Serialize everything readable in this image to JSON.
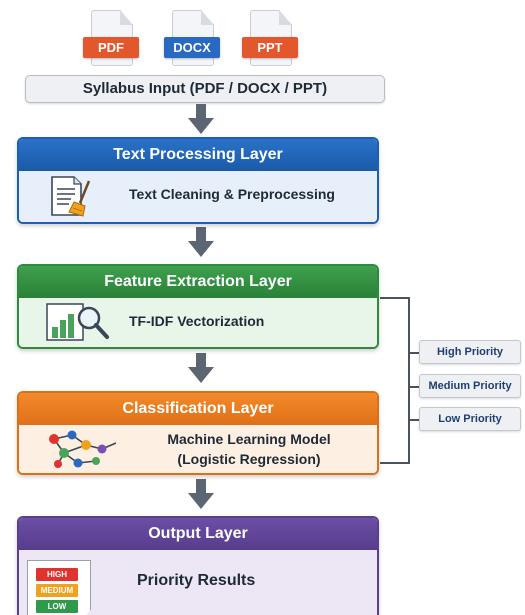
{
  "files": [
    {
      "label": "PDF",
      "color": "#e2572b"
    },
    {
      "label": "DOCX",
      "color": "#2a69c1"
    },
    {
      "label": "PPT",
      "color": "#e2572b"
    }
  ],
  "input": {
    "label": "Syllabus Input (PDF / DOCX / PPT)"
  },
  "layers": {
    "text_processing": {
      "title": "Text Processing Layer",
      "step": "Text Cleaning & Preprocessing",
      "icon": "document-broom-icon",
      "color": "#1f5fb0"
    },
    "feature_extraction": {
      "title": "Feature Extraction Layer",
      "step": "TF-IDF Vectorization",
      "icon": "bar-chart-magnifier-icon",
      "color": "#2f8a3e"
    },
    "classification": {
      "title": "Classification Layer",
      "step_line1": "Machine Learning Model",
      "step_line2": "(Logistic Regression)",
      "icon": "network-graph-icon",
      "color": "#e07018"
    },
    "output": {
      "title": "Output Layer",
      "step": "Priority Results",
      "icon": "priority-list-icon",
      "color": "#573c8d",
      "tags": [
        {
          "label": "HIGH",
          "color": "#e0332e"
        },
        {
          "label": "MEDIUM",
          "color": "#f0a21e"
        },
        {
          "label": "LOW",
          "color": "#2e9a4a"
        }
      ]
    }
  },
  "priorities": [
    "High Priority",
    "Medium Priority",
    "Low Priority"
  ]
}
